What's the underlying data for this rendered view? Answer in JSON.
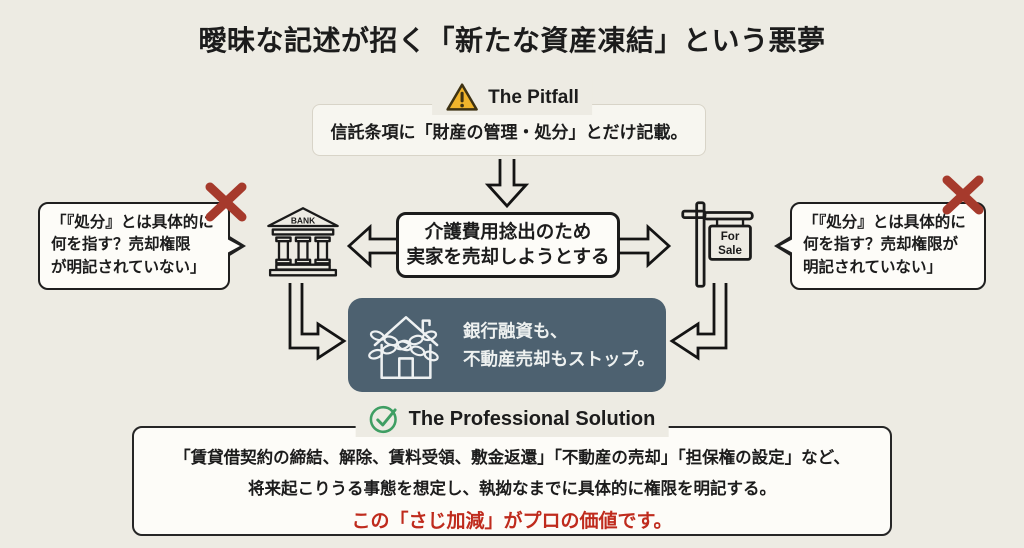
{
  "title": "曖昧な記述が招く「新たな資産凍結」という悪夢",
  "pitfall": {
    "heading": "The Pitfall",
    "text": "信託条項に「財産の管理・処分」とだけ記載。"
  },
  "trigger_box": {
    "line1": "介護費用捻出のため",
    "line2": "実家を売却しようとする"
  },
  "bank": {
    "label": "BANK"
  },
  "sale_sign": {
    "line1": "For",
    "line2": "Sale"
  },
  "left_bubble": {
    "line1": "「『処分』とは具体的に",
    "line2": "何を指す？売却権限",
    "line3": "が明記されていない」"
  },
  "right_bubble": {
    "line1": "「『処分』とは具体的に",
    "line2": "何を指す？売却権限が",
    "line3": "明記されていない」"
  },
  "freeze": {
    "line1": "銀行融資も、",
    "line2": "不動産売却もストップ。"
  },
  "solution": {
    "heading": "The Professional Solution",
    "line1": "「賃貸借契約の締結、解除、賃料受領、敷金返還」「不動産の売却」「担保権の設定」など、",
    "line2": "将来起こりうる事態を想定し、執拗なまでに具体的に権限を明記する。",
    "line3": "この「さじ加減」がプロの価値です。"
  },
  "icons": {
    "pitfall": "warning-triangle-icon",
    "solution": "check-circle-icon",
    "bank": "bank-building-icon",
    "sale": "for-sale-sign-icon",
    "freeze": "chained-house-icon",
    "blocked": "red-x-icon"
  },
  "colors": {
    "background": "#edebe3",
    "ink": "#1c1c1c",
    "panel": "#fdfcf8",
    "pitfall_panel": "#f7f6f0",
    "pitfall_border": "#d8d4c8",
    "slate": "#4d6170",
    "amber": "#f0b42c",
    "amber_border": "#3e3213",
    "green": "#3f9e63",
    "red_x": "#a63a2c",
    "red_text": "#bf2b1d"
  }
}
